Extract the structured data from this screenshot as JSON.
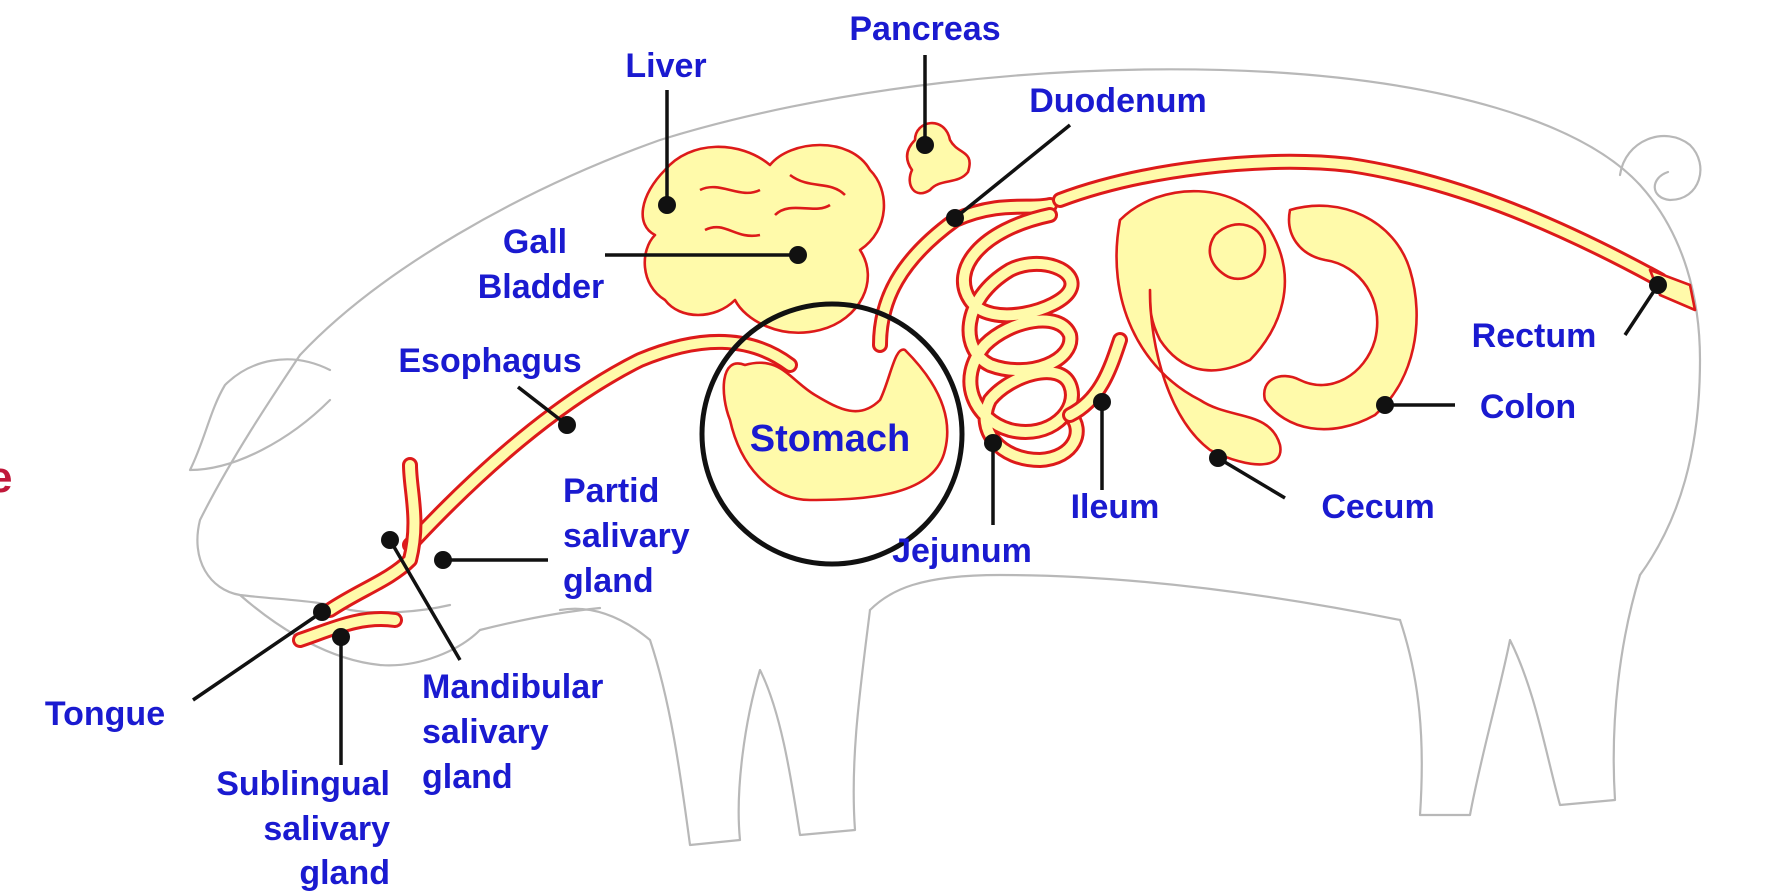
{
  "colors": {
    "label": "#1a1ad0",
    "organ_fill": "#fffaaa",
    "organ_stroke": "#dd1a1a",
    "outline": "#b8b8b8",
    "leader": "#111111",
    "highlight_circle": "#111111",
    "edge_glyph": "#c0183a"
  },
  "edge_glyph": "e",
  "highlight": "Stomach",
  "labels": {
    "pancreas": "Pancreas",
    "liver": "Liver",
    "duodenum": "Duodenum",
    "gall_1": "Gall",
    "gall_2": "Bladder",
    "esophagus": "Esophagus",
    "stomach": "Stomach",
    "rectum": "Rectum",
    "colon": "Colon",
    "partid_1": "Partid",
    "partid_2": "salivary",
    "partid_3": "gland",
    "ileum": "Ileum",
    "cecum": "Cecum",
    "jejunum": "Jejunum",
    "tongue": "Tongue",
    "mandibular_1": "Mandibular",
    "mandibular_2": "salivary",
    "mandibular_3": "gland",
    "sublingual_1": "Sublingual",
    "sublingual_2": "salivary",
    "sublingual_3": "gland"
  }
}
